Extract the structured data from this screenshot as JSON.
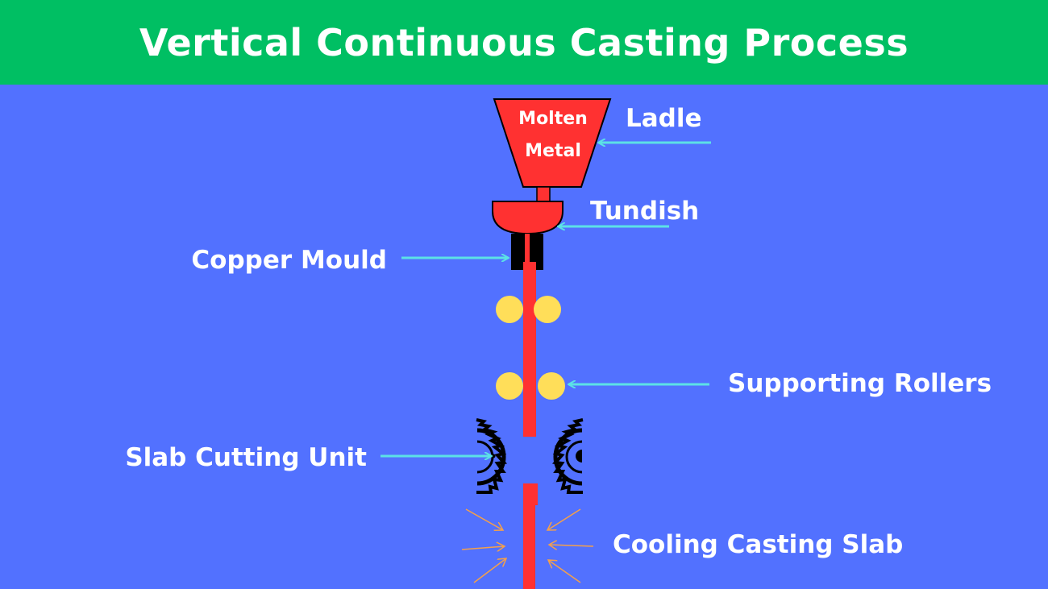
{
  "title": "Vertical Continuous Casting Process",
  "labels": {
    "molten_line1": "Molten",
    "molten_line2": "Metal",
    "ladle": "Ladle",
    "tundish": "Tundish",
    "copper_mould": "Copper Mould",
    "supporting_rollers": "Supporting Rollers",
    "slab_cutting_unit": "Slab Cutting Unit",
    "cooling_casting_slab": "Cooling Casting Slab"
  },
  "colors": {
    "background": "#5271ff",
    "header": "#00bf63",
    "metal": "#ff3131",
    "roller": "#ffde59",
    "pointer_arrow": "#5ce1e6",
    "cooling_arrow": "#f5a04a",
    "mould": "#000000"
  },
  "icons": {
    "cutter": "circular-saw-blade-icon",
    "cooling": "inward-arrow-icon"
  }
}
